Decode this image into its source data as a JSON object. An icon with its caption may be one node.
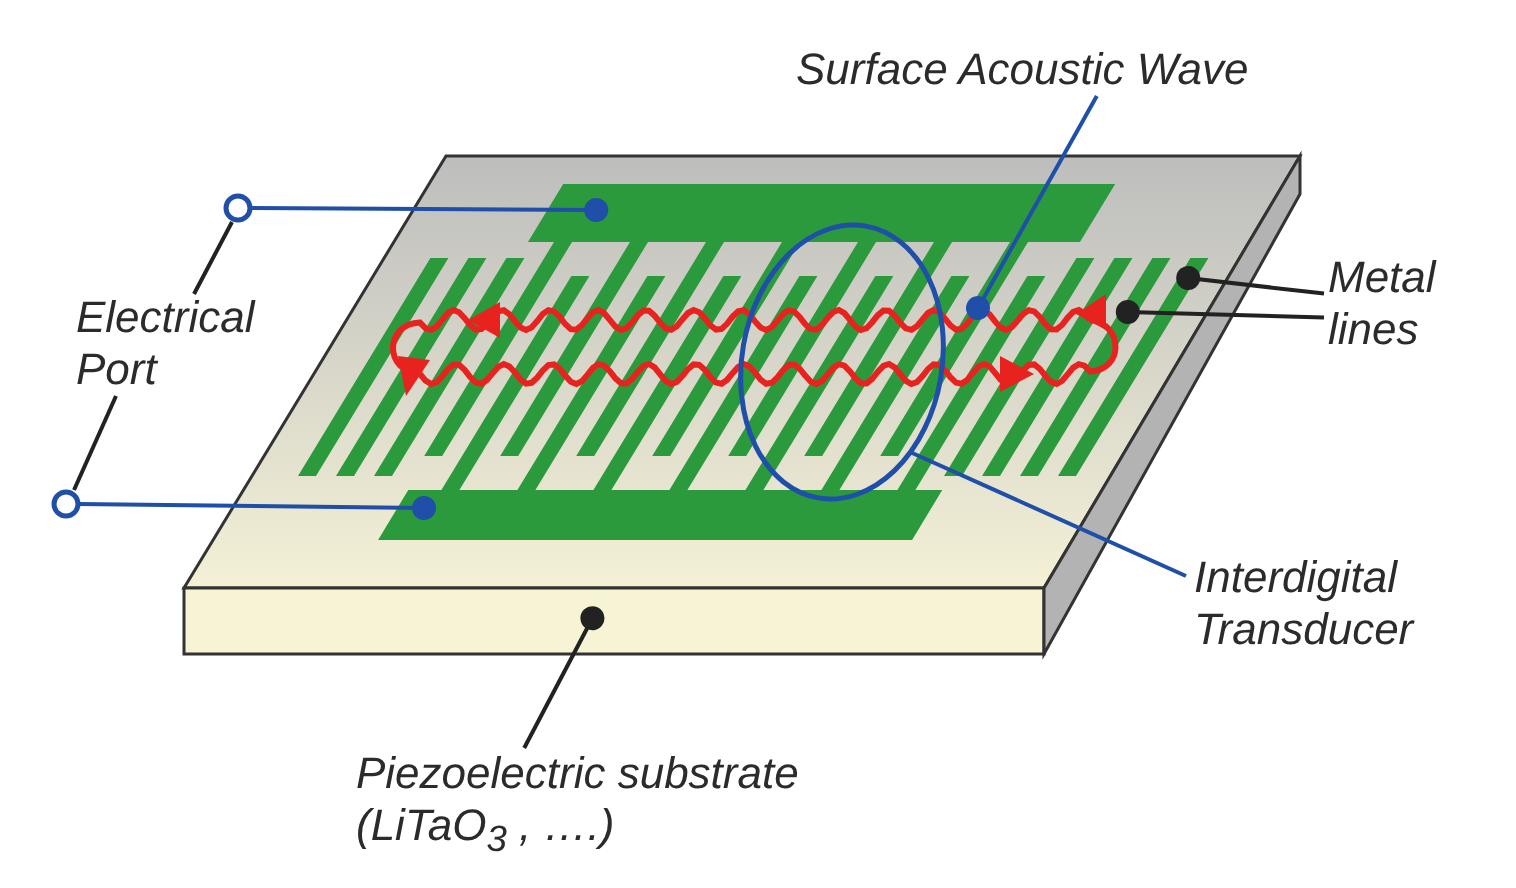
{
  "diagram": {
    "nodes": [
      {
        "text": [
          "Surface Acoustic Wave"
        ]
      },
      {
        "text": [],
        "shape": "box"
      },
      {
        "text": [],
        "shape": "bar",
        "in": 1
      },
      {
        "text": [],
        "shape": "bar",
        "in": 1
      },
      {
        "text": [],
        "shape": "bar",
        "in": 1
      },
      {
        "text": [],
        "shape": "bar",
        "in": 1
      },
      {
        "text": [],
        "shape": "wave",
        "in": 1
      },
      {
        "text": [],
        "shape": "ellipse",
        "in": 1
      },
      {
        "text": [
          "Electrical Port"
        ]
      },
      {
        "text": [],
        "shape": "circle"
      },
      {
        "text": [],
        "shape": "circle"
      },
      {
        "text": [
          "Metal lines"
        ]
      },
      {
        "text": [
          "Interdigital Transducer"
        ]
      },
      {
        "text": [
          "Piezoelectric substrate (LiTaO$_{3}$ , ….)"
        ]
      }
    ],
    "edges": [
      {
        "from": 0,
        "to": 6,
        "arrow": "other",
        "color": "#1f4fa8"
      },
      {
        "from": 11,
        "to": 4,
        "arrow": "other"
      },
      {
        "from": 11,
        "to": 5,
        "arrow": "other"
      },
      {
        "from": 12,
        "to": 7,
        "arrow": "none",
        "color": "#1f4fa8"
      },
      {
        "from": 8,
        "to": 9,
        "arrow": "none"
      },
      {
        "from": 8,
        "to": 10,
        "arrow": "none"
      },
      {
        "from": 9,
        "to": 2,
        "arrow": "other",
        "color": "#1f4fa8"
      },
      {
        "from": 10,
        "to": 3,
        "arrow": "other",
        "color": "#1f4fa8"
      },
      {
        "from": 13,
        "to": 1,
        "arrow": "other"
      }
    ]
  }
}
